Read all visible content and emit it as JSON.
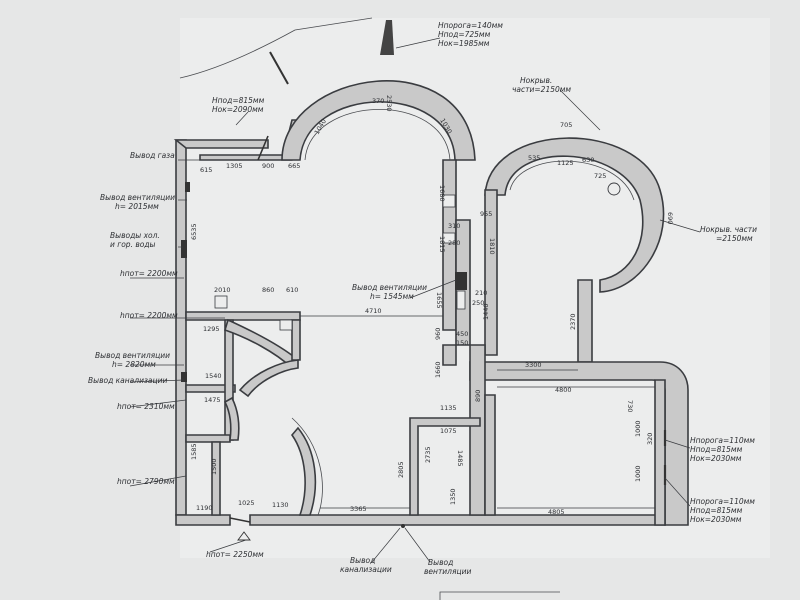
{
  "notes": {
    "door_top": [
      "Нпорога=140мм",
      "Нпод=725мм",
      "Нок=1985мм"
    ],
    "window_left_top": [
      "Нпод=815мм",
      "Нок=2090мм"
    ],
    "gas": "Вывод газа",
    "vent1": [
      "Вывод вентиляции",
      "h= 2015мм"
    ],
    "water": [
      "Выводы хол.",
      "и гор. воды"
    ],
    "h2200a": "hпот= 2200мм",
    "h2200b": "hпот= 2200мм",
    "vent2": [
      "Вывод вентиляции",
      "h= 2820мм"
    ],
    "sewer_left": "Вывод канализации",
    "h2310": "hпот= 2310мм",
    "h2790": "hпот= 2790мм",
    "h2250": "hпот= 2250мм",
    "vent_center": [
      "Вывод вентиляции",
      "h= 1545мм"
    ],
    "window_bay_top": [
      "Нокрыв.",
      "части=2150мм"
    ],
    "window_bay_right": [
      "Нокрыв. части",
      "=2150мм"
    ],
    "door_right1": [
      "Нпорога=110мм",
      "Нпод=815мм",
      "Нок=2030мм"
    ],
    "door_right2": [
      "Нпорога=110мм",
      "Нпод=815мм",
      "Нок=2030мм"
    ],
    "sewer_bottom": [
      "Вывод",
      "канализации"
    ],
    "vent_bottom": [
      "Вывод",
      "вентиляции"
    ]
  },
  "dims": [
    {
      "id": "d1305",
      "text": "1305"
    },
    {
      "id": "d900",
      "text": "900"
    },
    {
      "id": "d665",
      "text": "665"
    },
    {
      "id": "d615",
      "text": "615"
    },
    {
      "id": "d6535",
      "text": "6535"
    },
    {
      "id": "d1680",
      "text": "1680"
    },
    {
      "id": "d310",
      "text": "310"
    },
    {
      "id": "d280",
      "text": "280"
    },
    {
      "id": "d1815",
      "text": "1815"
    },
    {
      "id": "d955",
      "text": "955"
    },
    {
      "id": "d1810",
      "text": "1810"
    },
    {
      "id": "d1655",
      "text": "1655"
    },
    {
      "id": "d210",
      "text": "210"
    },
    {
      "id": "d250",
      "text": "250"
    },
    {
      "id": "d450",
      "text": "450"
    },
    {
      "id": "d150",
      "text": "150"
    },
    {
      "id": "d4710",
      "text": "4710"
    },
    {
      "id": "d2010",
      "text": "2010"
    },
    {
      "id": "d860",
      "text": "860"
    },
    {
      "id": "d610",
      "text": "610"
    },
    {
      "id": "d1295",
      "text": "1295"
    },
    {
      "id": "d3300",
      "text": "3300"
    },
    {
      "id": "d4800",
      "text": "4800"
    },
    {
      "id": "d2370",
      "text": "2370"
    },
    {
      "id": "d1540",
      "text": "1540"
    },
    {
      "id": "d1475",
      "text": "1475"
    },
    {
      "id": "d1135",
      "text": "1135"
    },
    {
      "id": "d1075",
      "text": "1075"
    },
    {
      "id": "d1485",
      "text": "1485"
    },
    {
      "id": "d2735",
      "text": "2735"
    },
    {
      "id": "d2805",
      "text": "2805"
    },
    {
      "id": "d3365",
      "text": "3365"
    },
    {
      "id": "d1130",
      "text": "1130"
    },
    {
      "id": "d1025",
      "text": "1025"
    },
    {
      "id": "d1190",
      "text": "1190"
    },
    {
      "id": "d1350",
      "text": "1350"
    },
    {
      "id": "d4805",
      "text": "4805"
    },
    {
      "id": "d1000a",
      "text": "1000"
    },
    {
      "id": "d1000b",
      "text": "1000"
    },
    {
      "id": "d1585",
      "text": "1585"
    },
    {
      "id": "d1500",
      "text": "1500"
    },
    {
      "id": "d705",
      "text": "705"
    },
    {
      "id": "d1125",
      "text": "1125"
    },
    {
      "id": "d535",
      "text": "535"
    },
    {
      "id": "d630",
      "text": "630"
    },
    {
      "id": "d725",
      "text": "725"
    },
    {
      "id": "d370",
      "text": "370"
    },
    {
      "id": "d1040",
      "text": "1040"
    },
    {
      "id": "d2530",
      "text": "2530"
    },
    {
      "id": "d1030",
      "text": "1030"
    },
    {
      "id": "d690",
      "text": "690"
    },
    {
      "id": "d960",
      "text": "960"
    },
    {
      "id": "d1440",
      "text": "1440"
    },
    {
      "id": "d1660",
      "text": "1660"
    },
    {
      "id": "d890",
      "text": "890"
    },
    {
      "id": "d320",
      "text": "320"
    },
    {
      "id": "d730",
      "text": "730"
    }
  ]
}
